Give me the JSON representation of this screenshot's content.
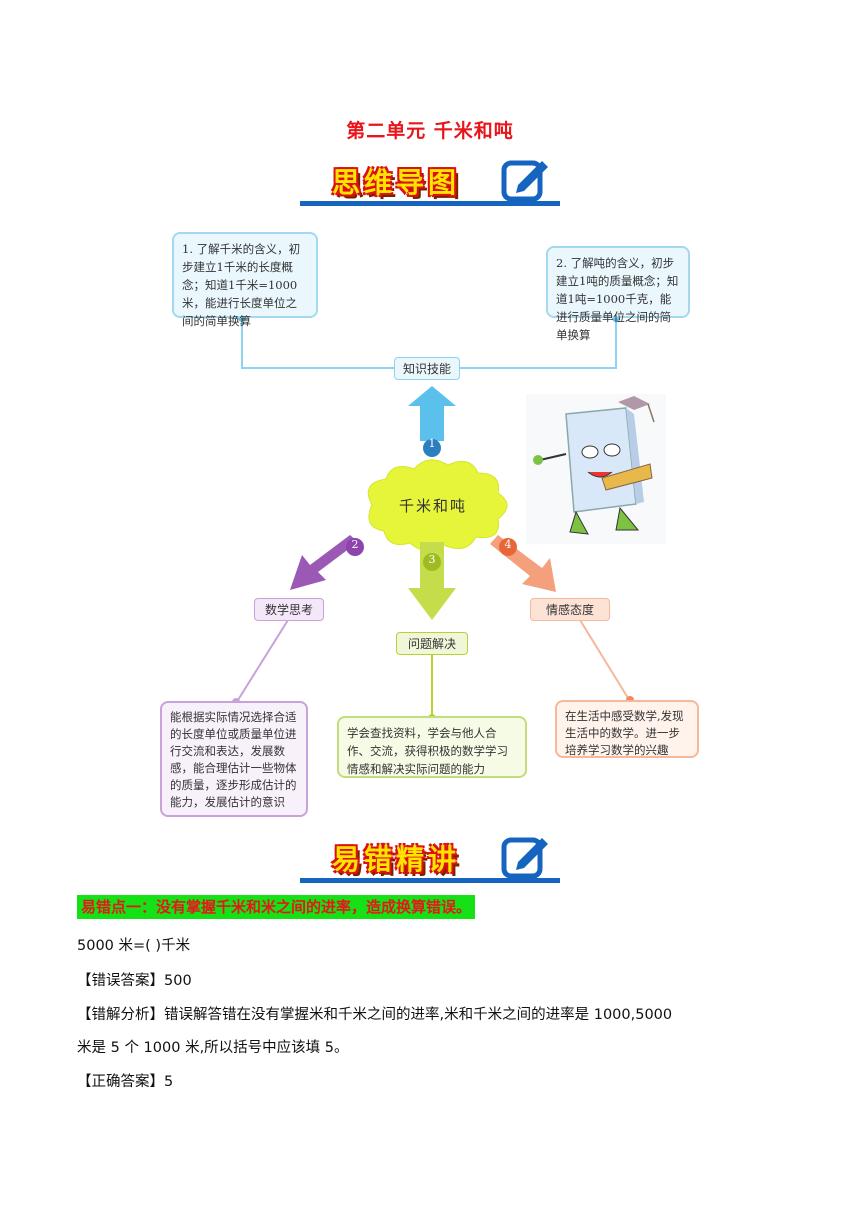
{
  "title": "第二单元  千米和吨",
  "banner1": {
    "text": "思维导图",
    "icon": "pencil-square-icon"
  },
  "banner2": {
    "text": "易错精讲",
    "icon": "pencil-square-icon"
  },
  "mindmap": {
    "center": "千米和吨",
    "numbers": [
      "1",
      "2",
      "3",
      "4"
    ],
    "branches": {
      "skills": {
        "label": "知识技能",
        "box1": "1. 了解千米的含义，初步建立1千米的长度概念；知道1千米=1000米，能进行长度单位之间的简单换算",
        "box2": "2. 了解吨的含义，初步建立1吨的质量概念；知道1吨=1000千克，能进行质量单位之间的简单换算"
      },
      "thinking": {
        "label": "数学思考",
        "box": "能根据实际情况选择合适的长度单位或质量单位进行交流和表达，发展数感，能合理估计一些物体的质量，逐步形成估计的能力，发展估计的意识"
      },
      "solving": {
        "label": "问题解决",
        "box": "学会查找资料，学会与他人合作、交流，获得积极的数学学习情感和解决实际问题的能力"
      },
      "attitude": {
        "label": "情感态度",
        "box": "在生活中感受数学,发现生活中的数学。进一步培养学习数学的兴趣"
      }
    },
    "colors": {
      "blue": "#5bc0eb",
      "purple": "#9b59b6",
      "green": "#b5d334",
      "orange": "#f4875c",
      "center": "#e6f53a"
    }
  },
  "mistake": {
    "heading": "易错点一：没有掌握千米和米之间的进率，造成换算错误。",
    "question": "5000 米=(    )千米",
    "wrong_label": "【错误答案】",
    "wrong_value": "500",
    "analysis_label": "【错解分析】",
    "analysis_line1": "错误解答错在没有掌握米和千米之间的进率,米和千米之间的进率是 1000,5000",
    "analysis_line2": "米是 5 个 1000 米,所以括号中应该填 5。",
    "correct_label": "【正确答案】",
    "correct_value": "5"
  }
}
